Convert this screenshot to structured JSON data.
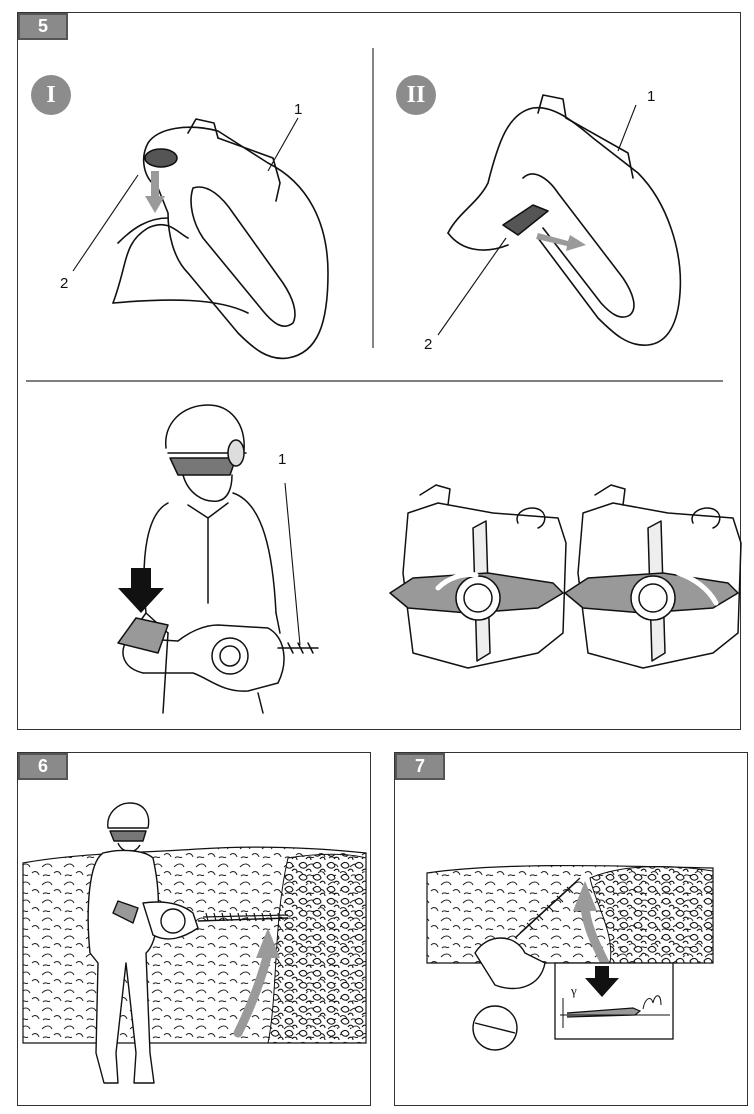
{
  "panel5": {
    "badge": "5",
    "step_i": {
      "badge": "I",
      "callouts": {
        "c1": "1",
        "c2": "2"
      }
    },
    "step_ii": {
      "badge": "II",
      "callouts": {
        "c1": "1",
        "c2": "2"
      }
    },
    "bottom": {
      "callouts": {
        "c1": "1"
      }
    }
  },
  "panel6": {
    "badge": "6"
  },
  "panel7": {
    "badge": "7",
    "inset_symbol": "γ"
  },
  "colors": {
    "badge_bg": "#8a8a8a",
    "arrow_gray": "#9a9a9a",
    "line": "#111111"
  }
}
